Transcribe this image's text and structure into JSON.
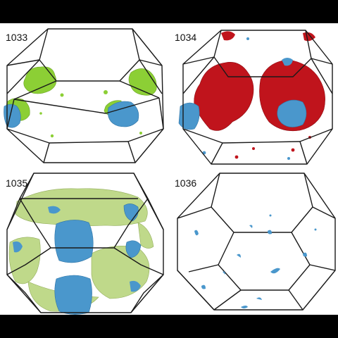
{
  "panels": [
    {
      "label": "1033",
      "surface": "green",
      "color": "#8ccf35"
    },
    {
      "label": "1034",
      "surface": "red",
      "color": "#c0141c"
    },
    {
      "label": "1035",
      "surface": "olive-green",
      "color": "#bfd98a"
    },
    {
      "label": "1036",
      "surface": "sparse",
      "color": "#4a97cc"
    }
  ],
  "colors": {
    "blue_surface": "#4a97cc",
    "frame_edge": "#1a1a1a",
    "background": "#ffffff",
    "letterbox": "#000000"
  }
}
